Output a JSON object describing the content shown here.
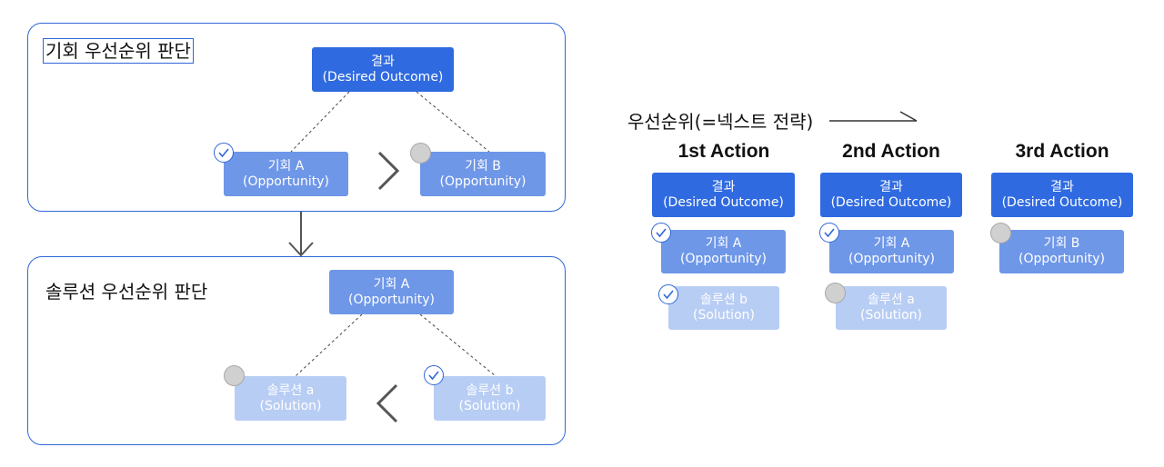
{
  "opportunity_panel": {
    "title": "기회 우선순위 판단",
    "outcome": {
      "line1": "결과",
      "line2": "(Desired Outcome)"
    },
    "opp_a": {
      "line1": "기회 A",
      "line2": "(Opportunity)"
    },
    "opp_b": {
      "line1": "기회 B",
      "line2": "(Opportunity)"
    },
    "comparison_symbol": ">"
  },
  "solution_panel": {
    "title": "솔루션 우선순위 판단",
    "opp_a": {
      "line1": "기회 A",
      "line2": "(Opportunity)"
    },
    "sol_a": {
      "line1": "솔루션 a",
      "line2": "(Solution)"
    },
    "sol_b": {
      "line1": "솔루션 b",
      "line2": "(Solution)"
    },
    "comparison_symbol": "<"
  },
  "strategy": {
    "label": "우선순위(=넥스트 전략)",
    "columns": [
      {
        "heading": "1st Action",
        "outcome": {
          "line1": "결과",
          "line2": "(Desired Outcome)"
        },
        "opportunity": {
          "line1": "기회 A",
          "line2": "(Opportunity)",
          "status": "checked"
        },
        "solution": {
          "line1": "솔루션 b",
          "line2": "(Solution)",
          "status": "checked"
        }
      },
      {
        "heading": "2nd Action",
        "outcome": {
          "line1": "결과",
          "line2": "(Desired Outcome)"
        },
        "opportunity": {
          "line1": "기회 A",
          "line2": "(Opportunity)",
          "status": "checked"
        },
        "solution": {
          "line1": "솔루션 a",
          "line2": "(Solution)",
          "status": "unchecked"
        }
      },
      {
        "heading": "3rd Action",
        "outcome": {
          "line1": "결과",
          "line2": "(Desired Outcome)"
        },
        "opportunity": {
          "line1": "기회 B",
          "line2": "(Opportunity)",
          "status": "unchecked"
        }
      }
    ]
  },
  "colors": {
    "outcome": "#2f6ae0",
    "opportunity": "#6f97e8",
    "solution": "#b8cdf4",
    "border": "#2f67d8",
    "unchecked_dot": "#d0d0d0"
  }
}
